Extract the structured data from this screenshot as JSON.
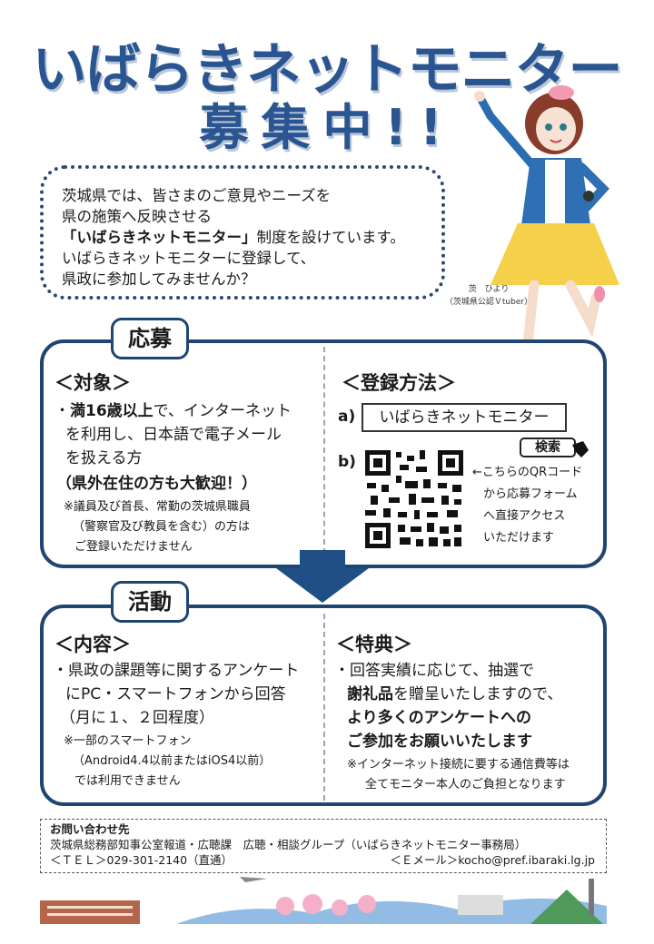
{
  "title": {
    "line1": "いばらきネットモニター",
    "line2": "募集中!!"
  },
  "intro": {
    "line1": "茨城県では、皆さまのご意見やニーズを",
    "line2": "県の施策へ反映させる",
    "line3_bold": "「いばらきネットモニター」",
    "line3_rest": "制度を設けています。",
    "line4": "いばらきネットモニターに登録して、",
    "line5": "県政に参加してみませんか？"
  },
  "character": {
    "name": "茨　ひより",
    "caption": "（茨城県公認Ｖtuber）"
  },
  "apply": {
    "tab": "応募",
    "target": {
      "heading": "＜対象＞",
      "bullet": "・",
      "bold_part": "満16歳以上",
      "line1_rest": "で、インターネット",
      "line2": "を利用し、日本語で電子メール",
      "line3": "を扱える方",
      "welcome": "（県外在住の方も大歓迎！）",
      "note1": "※議員及び首長、常勤の茨城県職員",
      "note2": "（警察官及び教員を含む）の方は",
      "note3": "ご登録いただけません"
    },
    "method": {
      "heading": "＜登録方法＞",
      "label_a": "a)",
      "search_text": "いばらきネットモニター",
      "search_button": "検索",
      "label_b": "b)",
      "qr_note1": "←こちらのQRコード",
      "qr_note2": "から応募フォーム",
      "qr_note3": "へ直接アクセス",
      "qr_note4": "いただけます"
    }
  },
  "activity": {
    "tab": "活動",
    "content": {
      "heading": "＜内容＞",
      "line1": "・県政の課題等に関するアンケート",
      "line2": "にPC・スマートフォンから回答",
      "line3": "（月に１、２回程度）",
      "note1": "※一部のスマートフォン",
      "note2": "（Android4.4以前またはiOS4以前）",
      "note3": "では利用できません"
    },
    "benefit": {
      "heading": "＜特典＞",
      "line1": "・回答実績に応じて、抽選で",
      "line2_bold": "謝礼品",
      "line2_rest": "を贈呈いたしますので、",
      "line3": "より多くのアンケートへの",
      "line4": "ご参加をお願いいたします",
      "note1": "※インターネット接続に要する通信費等は",
      "note2": "全てモニター本人のご負担となります"
    }
  },
  "contact": {
    "heading": "お問い合わせ先",
    "dept": "茨城県総務部知事公室報道・広聴課　広聴・相談グループ（いばらきネットモニター事務局）",
    "tel": "＜ＴＥＬ＞029-301-2140（直通）",
    "email": "＜Ｅメール＞kocho@pref.ibaraki.lg.jp"
  },
  "colors": {
    "title": "#2a5591",
    "panel_border": "#1f4571",
    "arrow": "#1f4f84"
  }
}
